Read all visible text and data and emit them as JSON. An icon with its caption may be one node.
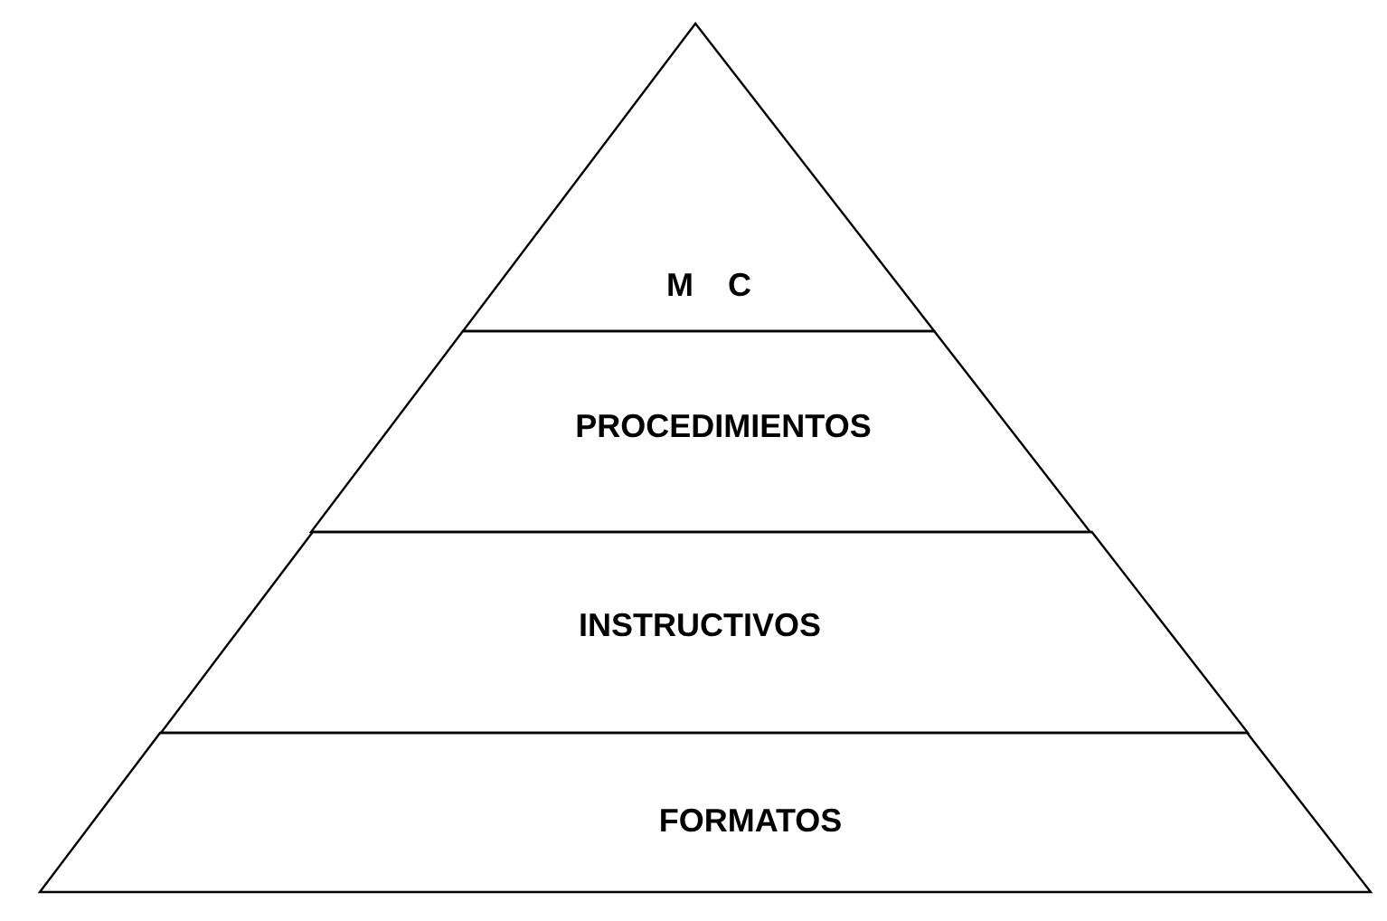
{
  "diagram": {
    "nodes": [
      {
        "text": [
          "M C"
        ]
      },
      {
        "text": [
          "PROCEDIMIENTOS"
        ]
      },
      {
        "text": [
          "INSTRUCTIVOS"
        ]
      },
      {
        "text": [
          "FORMATOS"
        ]
      }
    ]
  }
}
